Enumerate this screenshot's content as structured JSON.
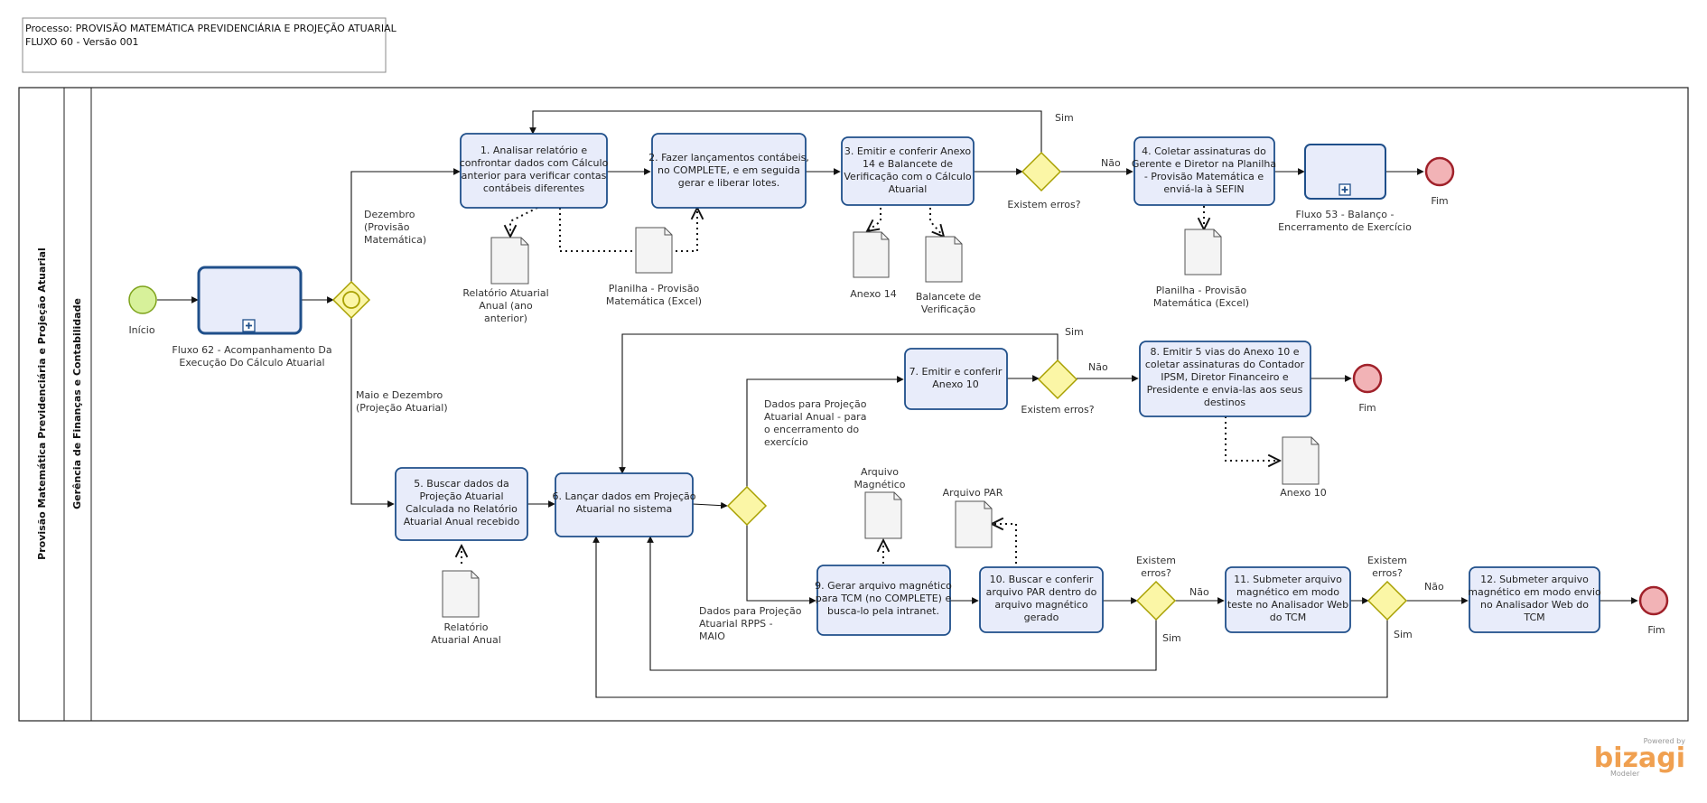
{
  "header": {
    "line1": "Processo:  PROVISÃO MATEMÁTICA PREVIDENCIÁRIA E PROJEÇÃO ATUARIAL",
    "line2": "FLUXO 60 -  Versão 001"
  },
  "pool": {
    "label": "Provisão Matemática Previdenciária e Projeção Atuarial"
  },
  "lane": {
    "label": "Gerência de Finanças e Contabilidade"
  },
  "events": {
    "start": "Início",
    "end1": "Fim",
    "end2": "Fim",
    "end3": "Fim"
  },
  "subprocesses": {
    "fluxo62": [
      "Fluxo 62 - Acompanhamento Da",
      "Execução Do Cálculo Atuarial"
    ],
    "fluxo53": [
      "Fluxo 53 - Balanço -",
      "Encerramento de Exercício"
    ]
  },
  "tasks": {
    "t1": [
      "1. Analisar relatório e",
      "confrontar dados com Cálculo",
      "anterior para verificar contas",
      "contábeis diferentes"
    ],
    "t2": [
      "2. Fazer lançamentos contábeis,",
      "no COMPLETE, e em seguida",
      "gerar e liberar lotes."
    ],
    "t3": [
      "3. Emitir e conferir Anexo",
      "14 e Balancete de",
      "Verificação com o Cálculo",
      "Atuarial"
    ],
    "t4": [
      "4. Coletar assinaturas do",
      "Gerente e Diretor na Planilha",
      "- Provisão Matemática e",
      "enviá-la à SEFIN"
    ],
    "t5": [
      "5. Buscar dados da",
      "Projeção Atuarial",
      "Calculada no Relatório",
      "Atuarial Anual recebido"
    ],
    "t6": [
      "6. Lançar dados em Projeção",
      "Atuarial  no sistema"
    ],
    "t7": [
      "7. Emitir e conferir",
      "Anexo 10"
    ],
    "t8": [
      "8. Emitir 5 vias do Anexo 10 e",
      "coletar assinaturas do Contador",
      "IPSM, Diretor Financeiro e",
      "Presidente e envia-las aos seus",
      "destinos"
    ],
    "t9": [
      "9. Gerar arquivo magnético",
      "para TCM (no COMPLETE) e",
      "busca-lo pela intranet."
    ],
    "t10": [
      "10. Buscar e conferir",
      "arquivo PAR dentro do",
      "arquivo magnético",
      "gerado"
    ],
    "t11": [
      "11. Submeter arquivo",
      "magnético em modo",
      "teste no Analisador Web",
      "do TCM"
    ],
    "t12": [
      "12. Submeter arquivo",
      "magnético em modo envio",
      "no Analisador Web do",
      "TCM"
    ]
  },
  "documents": {
    "d1": [
      "Relatório Atuarial",
      "Anual (ano",
      "anterior)"
    ],
    "d2": [
      "Planilha - Provisão",
      "Matemática (Excel)"
    ],
    "d3": [
      "Anexo 14"
    ],
    "d4": [
      "Balancete de",
      "Verificação"
    ],
    "d5": [
      "Planilha - Provisão",
      "Matemática (Excel)"
    ],
    "d6": [
      "Anexo 10"
    ],
    "d7": [
      "Arquivo",
      "Magnético"
    ],
    "d8": [
      "Arquivo PAR"
    ],
    "d9": [
      "Relatório",
      "Atuarial Anual"
    ]
  },
  "gateways": {
    "g1": [
      "Existem erros?"
    ],
    "g2": [
      "Existem erros?"
    ],
    "g3": [
      "Existem",
      "erros?"
    ],
    "g4": [
      "Existem",
      "erros?"
    ]
  },
  "flows": {
    "dezembro": [
      "Dezembro",
      "(Provisão",
      "Matemática)"
    ],
    "maio_dezembro": [
      "Maio e Dezembro",
      "(Projeção Atuarial)"
    ],
    "anual": [
      "Dados para Projeção",
      "Atuarial Anual - para",
      "o encerramento do",
      "exercício"
    ],
    "rpps": [
      "Dados para Projeção",
      "Atuarial RPPS -",
      "MAIO"
    ],
    "sim1": "Sim",
    "nao1": "Não",
    "sim2": "Sim",
    "nao2": "Não",
    "nao3": "Não",
    "sim3": "Sim",
    "nao4": "Não",
    "sim4": "Sim"
  },
  "branding": {
    "powered": "Powered by",
    "brand": "bizagi",
    "product": "Modeler"
  },
  "colors": {
    "task_fill": "#e8ecfa",
    "task_stroke": "#1f4f8a",
    "gateway_fill": "#fbf6a6",
    "gateway_stroke": "#a8a000",
    "start_fill": "#d7f19a",
    "end_fill": "#f2b3b6",
    "end_stroke": "#a0212a",
    "brand": "#f0a050"
  }
}
